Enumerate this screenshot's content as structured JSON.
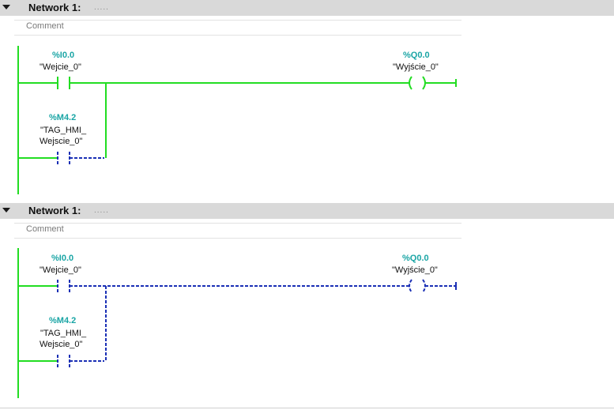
{
  "networks": [
    {
      "title": "Network 1:",
      "dots": ".....",
      "comment_placeholder": "Comment",
      "contact1": {
        "address": "%I0.0",
        "symbol": "\"Wejcie_0\""
      },
      "contact2": {
        "address": "%M4.2",
        "symbol_line1": "\"TAG_HMI_",
        "symbol_line2": "Wejscie_0\""
      },
      "coil": {
        "address": "%Q0.0",
        "symbol": "\"Wyjście_0\""
      }
    },
    {
      "title": "Network 1:",
      "dots": ".....",
      "comment_placeholder": "Comment",
      "contact1": {
        "address": "%I0.0",
        "symbol": "\"Wejcie_0\""
      },
      "contact2": {
        "address": "%M4.2",
        "symbol_line1": "\"TAG_HMI_",
        "symbol_line2": "Wejscie_0\""
      },
      "coil": {
        "address": "%Q0.0",
        "symbol": "\"Wyjście_0\""
      }
    }
  ],
  "colors": {
    "energized": "#22dd22",
    "deenergized": "#1a2fb5",
    "address": "#1aa5a5"
  }
}
